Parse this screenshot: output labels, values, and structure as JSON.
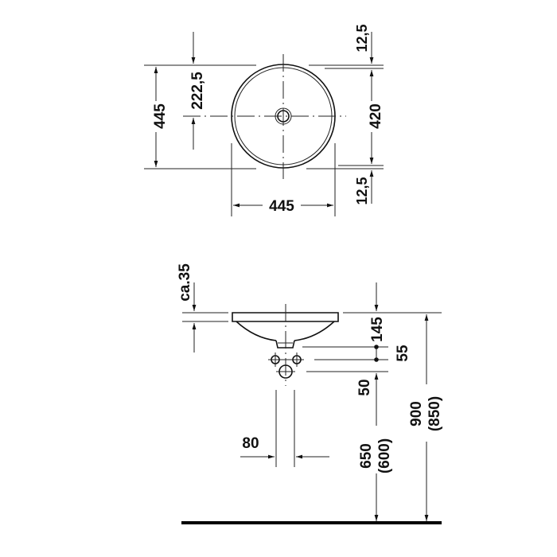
{
  "top_view": {
    "width_label": "445",
    "depth_label": "445",
    "half_label": "222,5",
    "inner_label": "420",
    "rim_top_label": "12,5",
    "rim_bottom_label": "12,5"
  },
  "side_view": {
    "rim_height_label": "ca.35",
    "drain_depth_label": "145",
    "trap_spacing_label": "55",
    "trap_offset_label": "50",
    "pipe_spacing_label": "80",
    "pipe_height_label": "650",
    "pipe_height_alt_label": "(600)",
    "rim_height_total_label": "900",
    "rim_height_total_alt_label": "(850)"
  },
  "colors": {
    "line": "#222222",
    "background": "#ffffff"
  }
}
